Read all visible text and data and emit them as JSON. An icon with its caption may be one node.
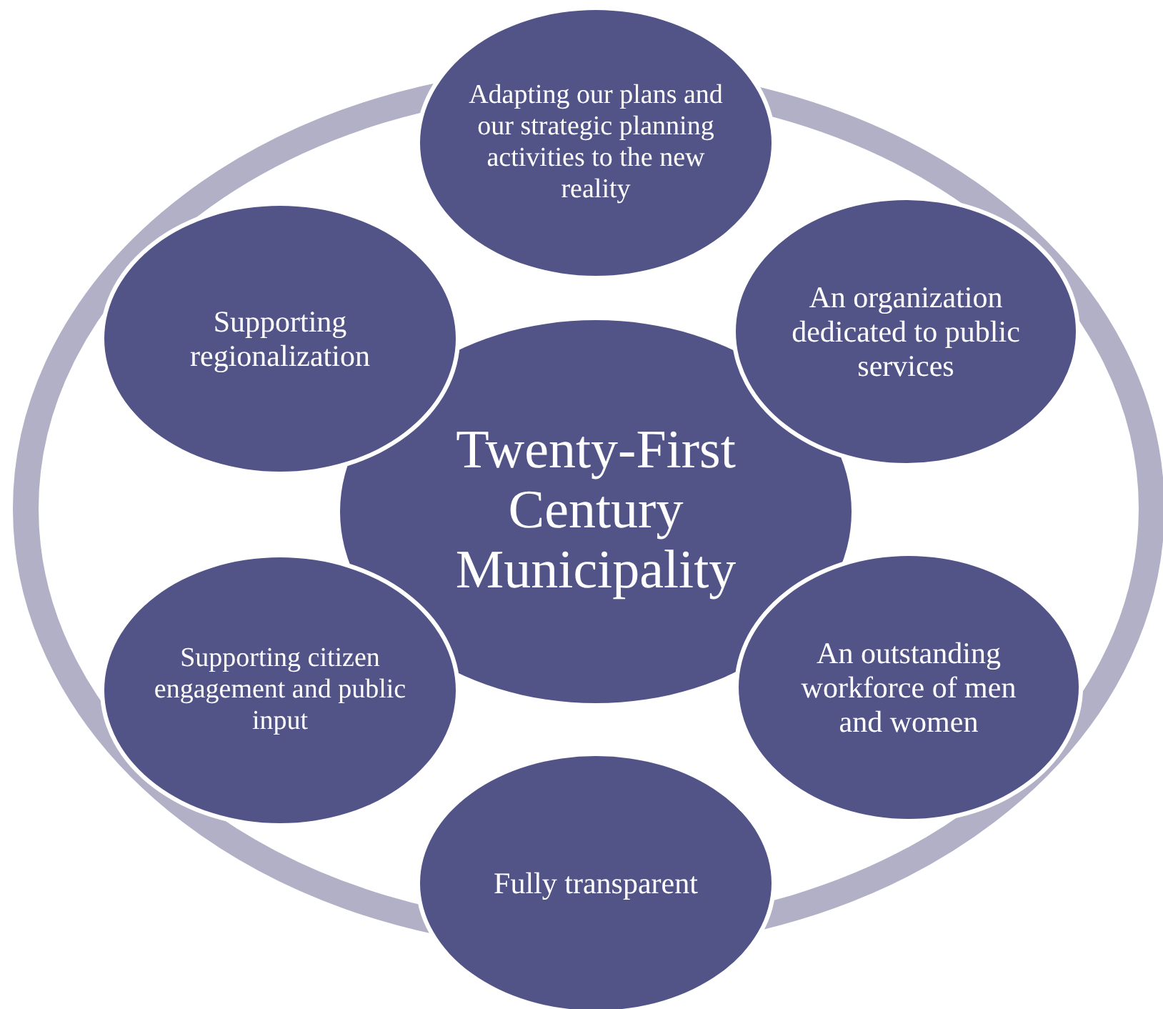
{
  "diagram": {
    "nodes": [
      {
        "text": [
          "Twenty-First Century Municipality"
        ]
      },
      {
        "text": [
          "Adapting our plans and our strategic planning activities to the new reality"
        ]
      },
      {
        "text": [
          "An organization dedicated to public services"
        ]
      },
      {
        "text": [
          "An outstanding workforce of men and women"
        ]
      },
      {
        "text": [
          "Fully transparent"
        ]
      },
      {
        "text": [
          "Supporting citizen engagement and public input"
        ]
      },
      {
        "text": [
          "Supporting regionalization"
        ]
      }
    ]
  }
}
